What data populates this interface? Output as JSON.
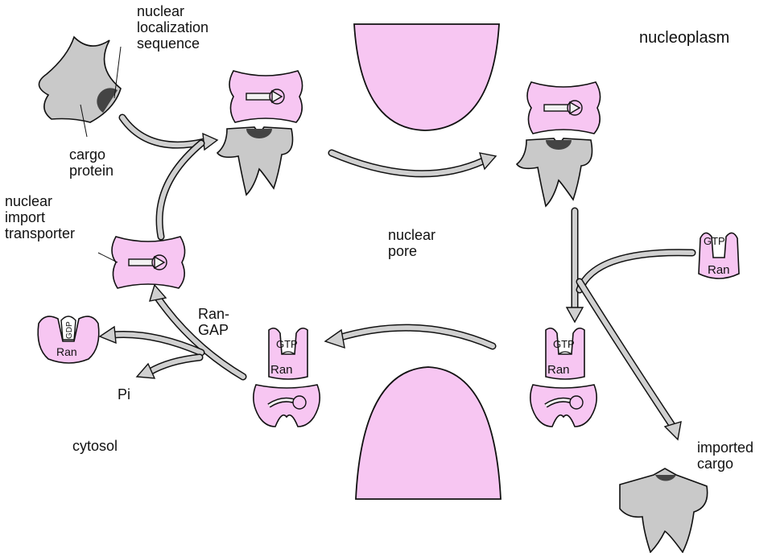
{
  "labels": {
    "nls": "nuclear\nlocalization\nsequence",
    "cargo_protein": "cargo\nprotein",
    "import_transporter": "nuclear\nimport\ntransporter",
    "nucleoplasm": "nucleoplasm",
    "nuclear_pore": "nuclear\npore",
    "ran_gap": "Ran-\nGAP",
    "pi": "Pi",
    "cytosol": "cytosol",
    "imported_cargo": "imported\ncargo"
  },
  "ran": {
    "gdp": "GDP",
    "gtp": "GTP",
    "name": "Ran"
  },
  "colors": {
    "pink": "#f7c6f2",
    "gray": "#c9c9c9",
    "arrow_fill": "#d0d0d0",
    "stroke": "#111111"
  }
}
